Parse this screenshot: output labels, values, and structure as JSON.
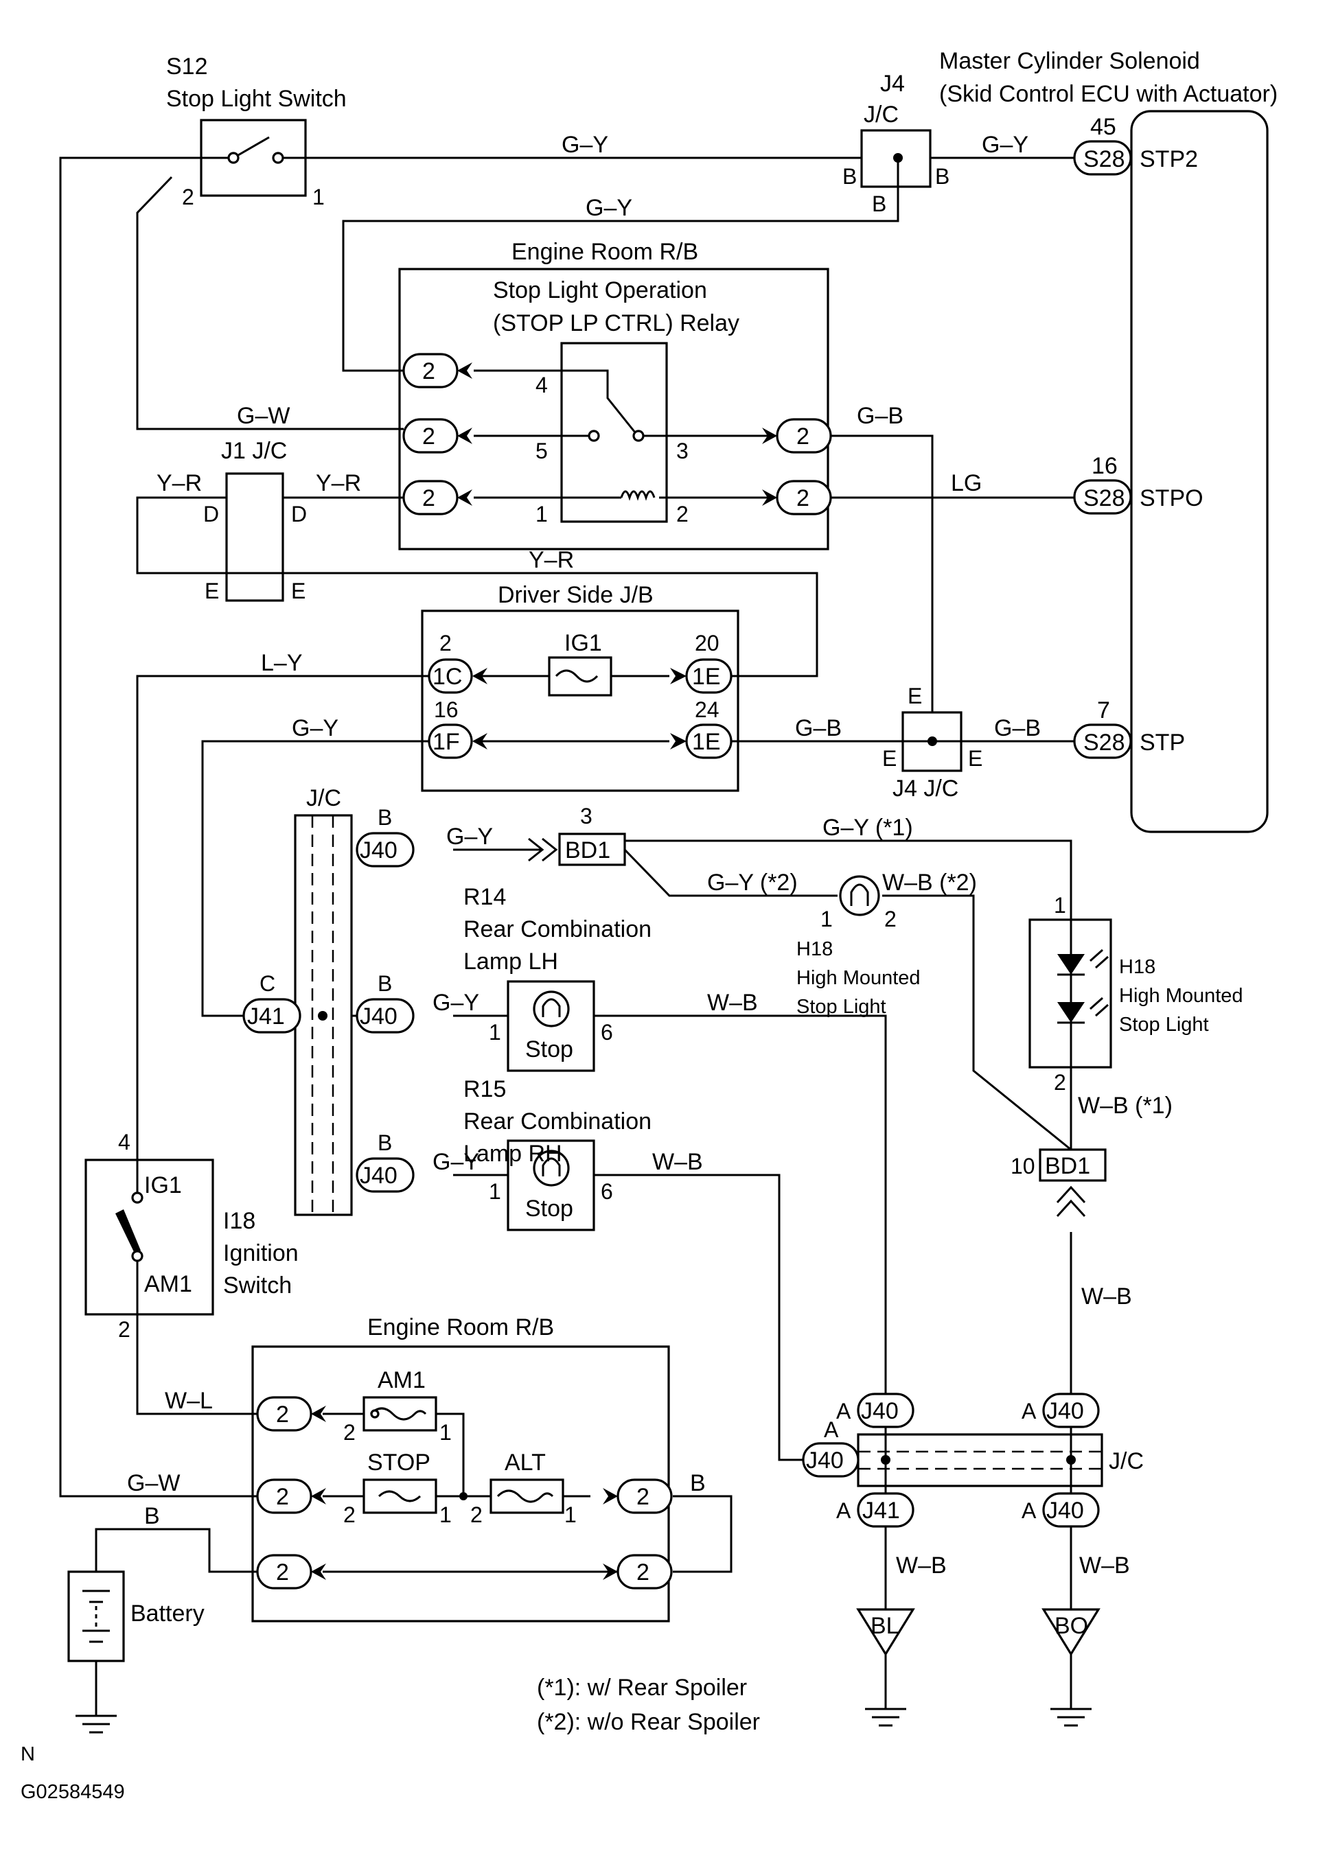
{
  "components": {
    "s12_id": "S12",
    "s12_name": "Stop Light Switch",
    "j4_id": "J4",
    "jc": "J/C",
    "j4_jc": "J4  J/C",
    "j1_jc": "J1  J/C",
    "mcs_title": "Master Cylinder Solenoid",
    "mcs_sub": "(Skid Control ECU with Actuator)",
    "erb": "Engine Room R/B",
    "relay_line1": "Stop Light Operation",
    "relay_line2": "(STOP LP CTRL) Relay",
    "dsjb": "Driver Side J/B",
    "ig1": "IG1",
    "am1": "AM1",
    "stop": "STOP",
    "alt": "ALT",
    "r14_id": "R14",
    "r14_l1": "Rear Combination",
    "r14_l2": "Lamp LH",
    "r15_id": "R15",
    "r15_l1": "Rear Combination",
    "r15_l2": "Lamp RH",
    "lamp_stop": "Stop",
    "h18_id": "H18",
    "h18_l1": "High Mounted",
    "h18_l2": "Stop Light",
    "i18_id": "I18",
    "i18_l1": "Ignition",
    "i18_l2": "Switch",
    "battery": "Battery",
    "bl": "BL",
    "bo": "BO"
  },
  "connectors": {
    "s28": "S28",
    "c1c": "1C",
    "c1e": "1E",
    "c1f": "1F",
    "j40": "J40",
    "j41": "J41",
    "bd1": "BD1",
    "two": "2"
  },
  "terminals": {
    "stp2": "STP2",
    "stpo": "STPO",
    "stp": "STP",
    "n45": "45",
    "n16": "16",
    "n7": "7",
    "n1": "1",
    "n2": "2",
    "n3": "3",
    "n4": "4",
    "n5": "5",
    "n6": "6",
    "n10": "10",
    "n20": "20",
    "n24": "24",
    "a": "A",
    "b": "B",
    "c": "C",
    "d": "D",
    "e": "E"
  },
  "wires": {
    "gy": "G–Y",
    "gw": "G–W",
    "gb": "G–B",
    "lg": "LG",
    "yr": "Y–R",
    "ly": "L–Y",
    "wb": "W–B",
    "wl": "W–L",
    "b": "B",
    "gy1": "G–Y (*1)",
    "gy2": "G–Y (*2)",
    "wb1": "W–B (*1)",
    "wb2": "W–B (*2)"
  },
  "notes": {
    "n1": "(*1): w/ Rear Spoiler",
    "n2": "(*2): w/o Rear Spoiler"
  },
  "footer": {
    "code": "N",
    "id": "G02584549"
  }
}
